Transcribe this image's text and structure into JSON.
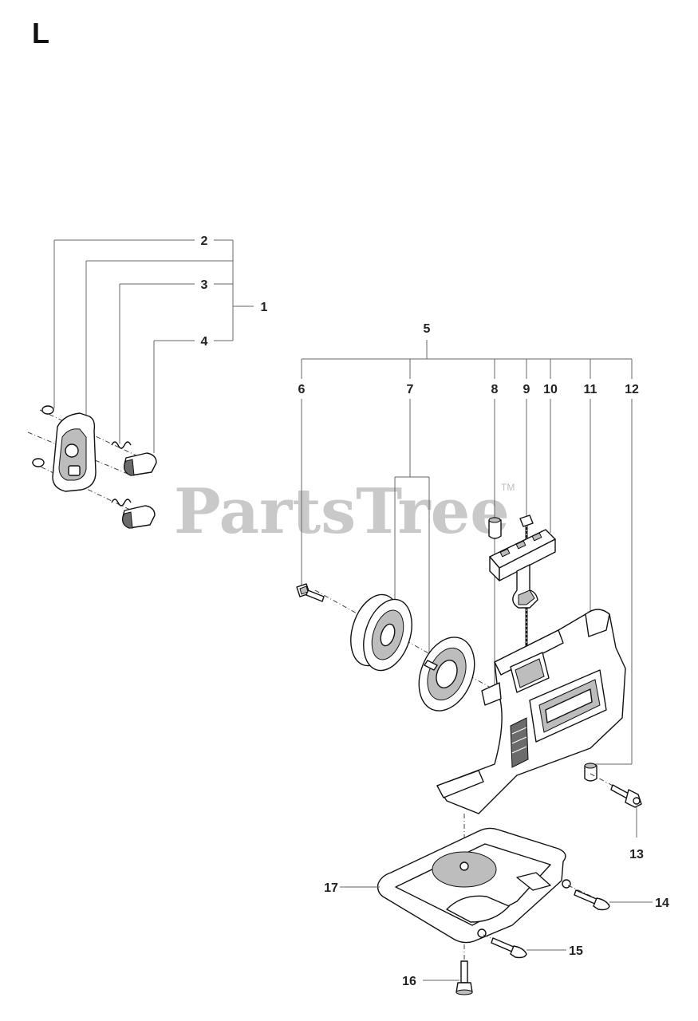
{
  "section_letter": "L",
  "watermark": {
    "text": "PartsTree",
    "tm": "TM"
  },
  "callouts": {
    "c1": "1",
    "c2": "2",
    "c3": "3",
    "c4": "4",
    "c5": "5",
    "c6": "6",
    "c7": "7",
    "c8": "8",
    "c9": "9",
    "c10": "10",
    "c11": "11",
    "c12": "12",
    "c13": "13",
    "c14": "14",
    "c15": "15",
    "c16": "16",
    "c17": "17"
  }
}
